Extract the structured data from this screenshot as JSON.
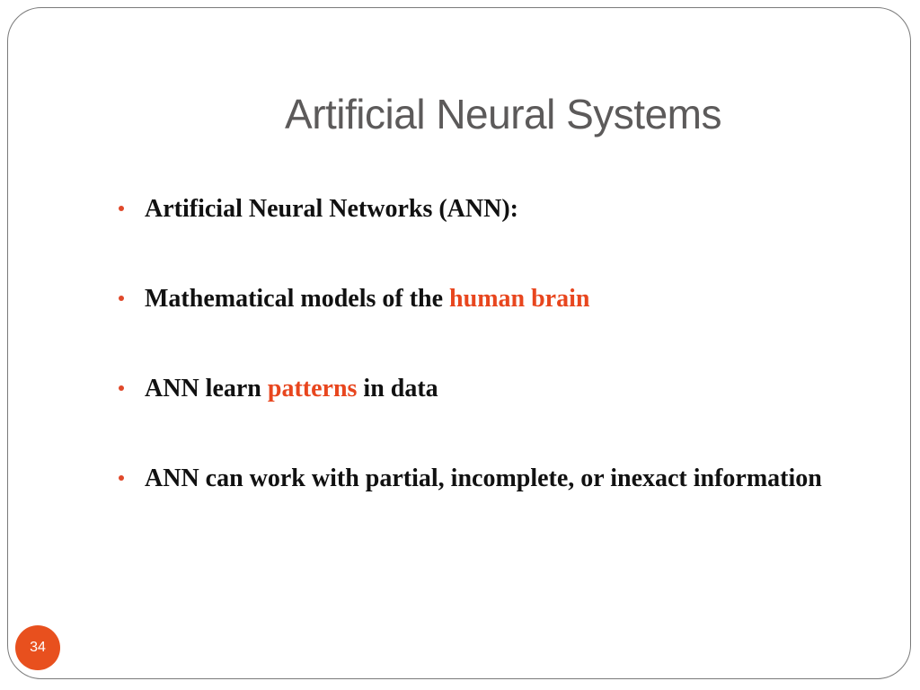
{
  "slide": {
    "title": "Artificial Neural Systems",
    "page_number": "34",
    "highlight_color": "#e8461e",
    "bullets": [
      {
        "pre": "Artificial Neural Networks (ANN):",
        "hl": "",
        "post": ""
      },
      {
        "pre": "Mathematical models of the ",
        "hl": "human brain",
        "post": ""
      },
      {
        "pre": "ANN learn ",
        "hl": "patterns",
        "post": " in data"
      },
      {
        "pre": "ANN can work with partial, incomplete, or inexact information",
        "hl": "",
        "post": ""
      }
    ]
  }
}
